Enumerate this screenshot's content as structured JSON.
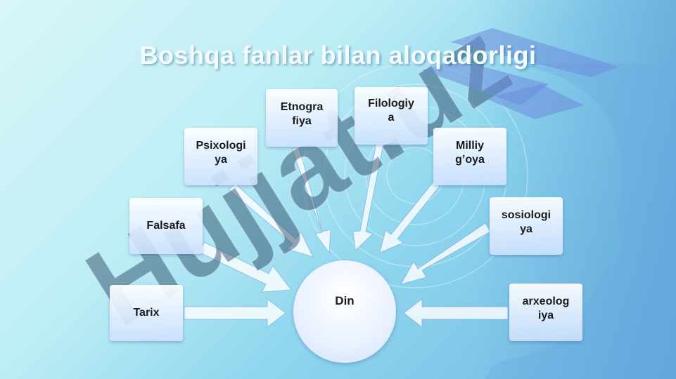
{
  "title": "Boshqa fanlar bilan aloqadorligi",
  "center": "Din",
  "nodes": {
    "tarix": "Tarix",
    "falsafa": "Falsafa",
    "psixologiya": "Psixologi\nya",
    "etnografiya": "Etnogra\nfiya",
    "filologiya": "Filologiy\na",
    "milliy": "Milliy\ng’oya",
    "sosiologiya": "sosiologi\nya",
    "arxeologiya": "arxeolog\niya"
  },
  "watermark": "Hujjat.uz"
}
